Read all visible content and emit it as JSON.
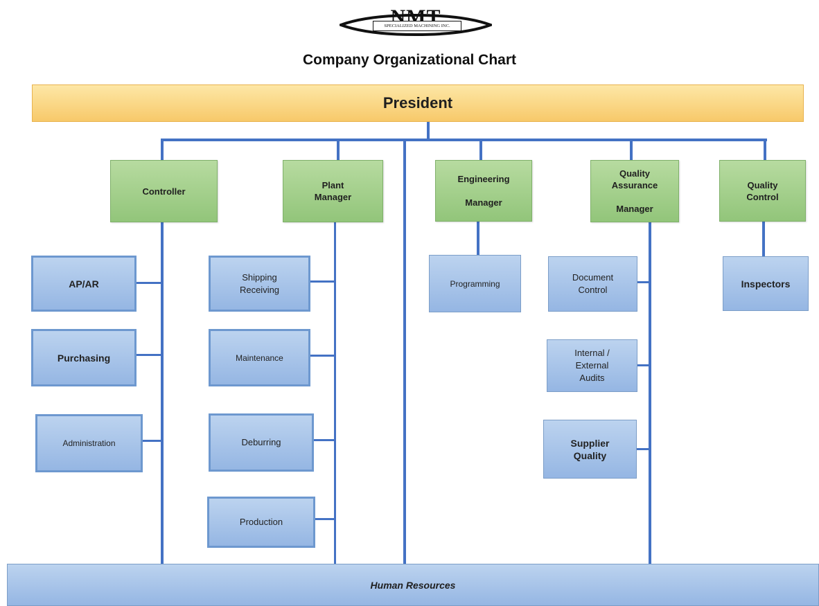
{
  "logo": {
    "mark": "NMT",
    "sub_text": "SPECIALIZED MACHINING INC."
  },
  "chart": {
    "title": "Company Organizational Chart"
  },
  "top": {
    "label": "President"
  },
  "managers": [
    {
      "label": "Controller"
    },
    {
      "label": "Plant\nManager"
    },
    {
      "label": "Engineering\n\nManager"
    },
    {
      "label": "Quality\nAssurance\n\nManager"
    },
    {
      "label": "Quality\nControl"
    }
  ],
  "subordinates": {
    "controller": [
      "AP/AR",
      "Purchasing",
      "Administration"
    ],
    "plant_manager": [
      "Shipping\nReceiving",
      "Maintenance",
      "Deburring",
      "Production"
    ],
    "engineering_manager": [
      "Programming"
    ],
    "quality_assurance_manager": [
      "Document\nControl",
      "Internal /\nExternal\nAudits",
      "Supplier\nQuality"
    ],
    "quality_control": [
      "Inspectors"
    ]
  },
  "bottom": {
    "label": "Human Resources"
  },
  "colors": {
    "connector": "#4472c4",
    "president_fill": "#f9d27e",
    "manager_fill": "#a3cf8b",
    "department_fill": "#a9c4ea"
  }
}
